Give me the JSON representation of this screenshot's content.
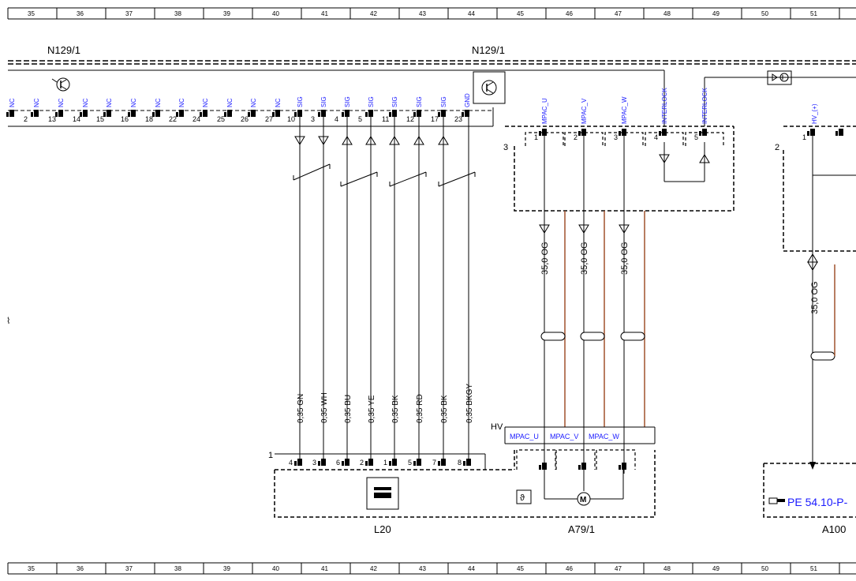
{
  "ruler": {
    "columns": [
      "35",
      "36",
      "37",
      "38",
      "39",
      "40",
      "41",
      "42",
      "43",
      "44",
      "45",
      "46",
      "47",
      "48",
      "49",
      "50",
      "51"
    ]
  },
  "components": {
    "n129_left": "N129/1",
    "n129_right": "N129/1",
    "l20": "L20",
    "a79": "A79/1",
    "a100": "A100"
  },
  "top_connector": {
    "labels": [
      "NC",
      "NC",
      "NC",
      "NC",
      "NC",
      "NC",
      "NC",
      "NC",
      "NC",
      "NC",
      "NC",
      "NC",
      "SIG",
      "SIG",
      "SIG",
      "SIG",
      "SIG",
      "SIG",
      "SIG",
      "GND"
    ],
    "pins": [
      "2",
      "13",
      "14",
      "15",
      "16",
      "18",
      "22",
      "24",
      "25",
      "26",
      "27",
      "10",
      "3",
      "4",
      "5",
      "11",
      "12",
      "17",
      "23"
    ]
  },
  "wires": [
    "0,35 GN",
    "0,35 WH",
    "0,35 BU",
    "0,35 YE",
    "0,35 BK",
    "0,35 RD",
    "0,35 BK",
    "0,35 BKGY"
  ],
  "l20_pins": [
    "4",
    "3",
    "6",
    "2",
    "1",
    "5",
    "7",
    "8"
  ],
  "l20_connector_number": "1",
  "hv_connector": {
    "number": "3",
    "labels": [
      "MPAC_U",
      "MPAC_V",
      "MPAC_W",
      "INTERLOCK",
      "INTERLOCK"
    ],
    "pins": [
      "1",
      "2",
      "3",
      "4",
      "5"
    ]
  },
  "hv_wires": [
    "35,0 OG",
    "35,0 OG",
    "35,0 OG"
  ],
  "a79_label": "HV",
  "a79_pins": [
    "MPAC_U",
    "MPAC_V",
    "MPAC_W"
  ],
  "right_connector": {
    "number": "2",
    "label": "HV_(+)",
    "pin": "1"
  },
  "right_wire": "35,0 OG",
  "reference": "PE 54.10-P-",
  "icons": [
    "transistor-icon",
    "motor-icon",
    "temperature-sensor-icon",
    "document-pointer-icon",
    "coil-icon"
  ]
}
